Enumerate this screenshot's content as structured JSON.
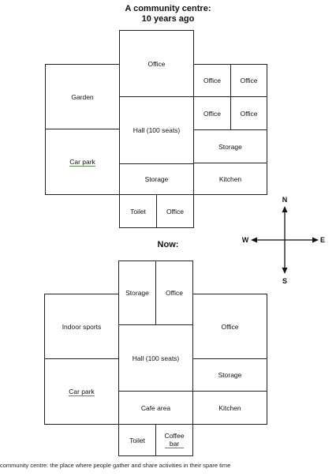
{
  "before": {
    "title_line1": "A community centre:",
    "title_line2": "10 years ago",
    "rooms": {
      "office_top": "Office",
      "garden": "Garden",
      "hall": "Hall (100 seats)",
      "car_park": "Car park",
      "office_a": "Office",
      "office_b": "Office",
      "office_c": "Office",
      "office_d": "Office",
      "storage_right": "Storage",
      "storage_mid": "Storage",
      "kitchen": "Kitchen",
      "toilet": "Toilet",
      "office_bottom": "Office"
    }
  },
  "now": {
    "title": "Now:",
    "rooms": {
      "storage_top": "Storage",
      "office_top": "Office",
      "indoor_sports": "Indoor sports",
      "office_right": "Office",
      "hall": "Hall (100 seats)",
      "car_park": "Car park",
      "storage_right": "Storage",
      "cafe": "Cafe area",
      "kitchen": "Kitchen",
      "toilet": "Toilet",
      "coffee_line1": "Coffee",
      "coffee_line2": "bar"
    }
  },
  "compass": {
    "n": "N",
    "s": "S",
    "e": "E",
    "w": "W"
  },
  "footnote": "community centre: the place where people gather and share activities in their spare time"
}
